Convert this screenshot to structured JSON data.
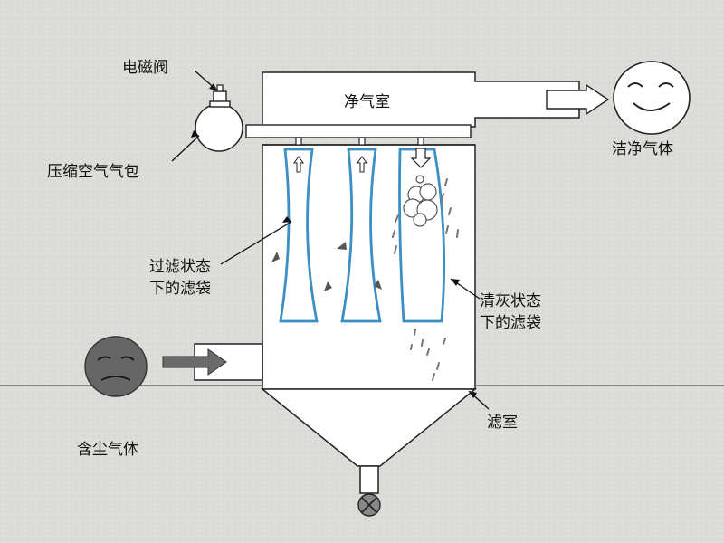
{
  "labels": {
    "solenoid_valve": "电磁阀",
    "air_tank": "压缩空气气包",
    "clean_chamber": "净气室",
    "clean_gas": "洁净气体",
    "filtering_bag_line1": "过滤状态",
    "filtering_bag_line2": "下的滤袋",
    "cleaning_bag_line1": "清灰状态",
    "cleaning_bag_line2": "下的滤袋",
    "filter_chamber": "滤室",
    "dusty_gas": "含尘气体"
  },
  "colors": {
    "background": "#d9d9d6",
    "bag_blue": "#3b8fc4",
    "arrow_gray": "#6b6b6b",
    "outline": "#222222",
    "dusty_face": "#666666"
  },
  "icons": {
    "clean_face": "smiling-face-icon",
    "dusty_face": "frowning-face-icon",
    "valve": "valve-x-icon"
  }
}
